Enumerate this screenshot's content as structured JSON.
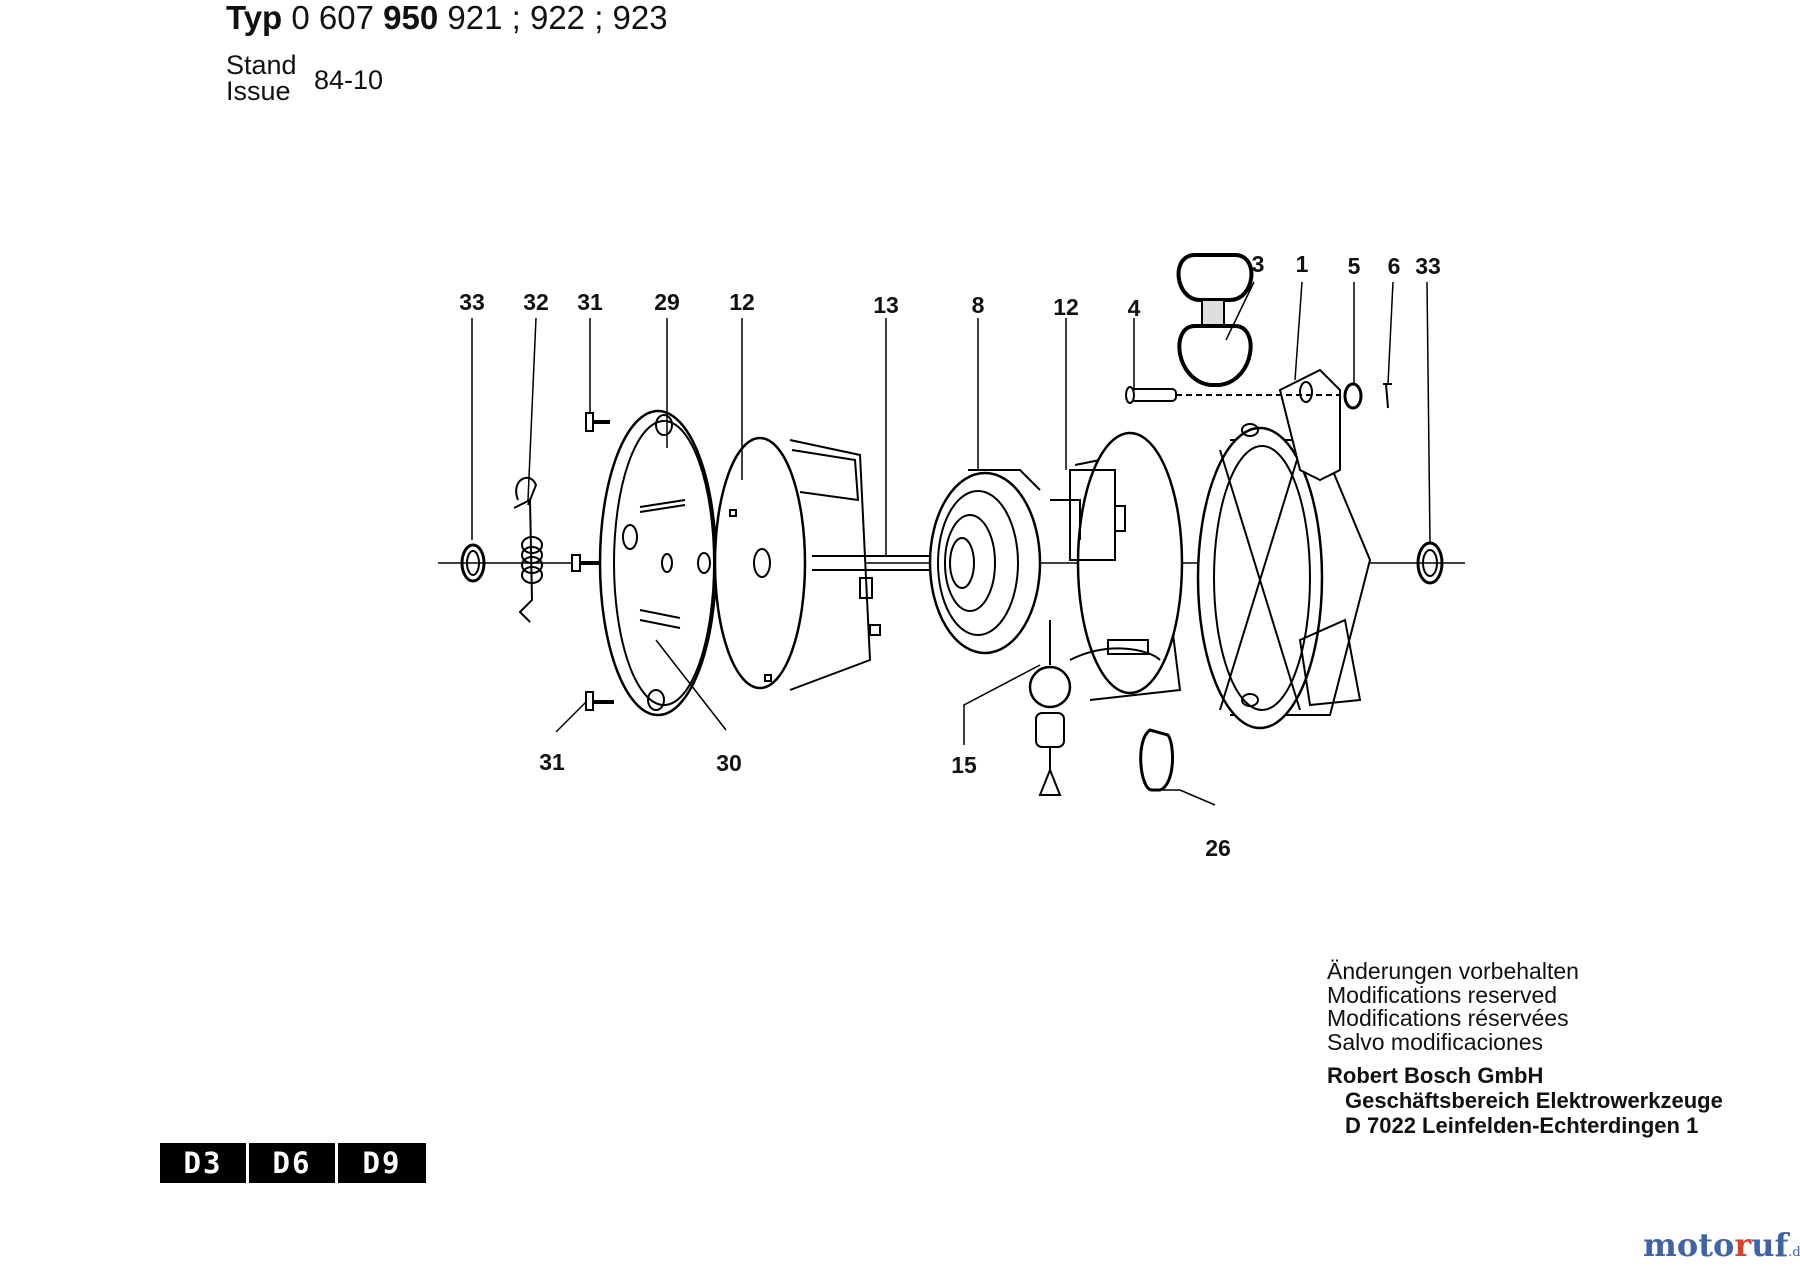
{
  "header": {
    "typ_prefix": "Typ",
    "typ_number_a": "0 607",
    "typ_number_b": "950",
    "typ_variants": "921 ; 922 ; 923",
    "stand_label": "Stand",
    "issue_label": "Issue",
    "issue_value": "84-10"
  },
  "callouts": {
    "c33a": "33",
    "c32": "32",
    "c31a": "31",
    "c29": "29",
    "c12a": "12",
    "c13": "13",
    "c8": "8",
    "c12b": "12",
    "c4": "4",
    "c3": "3",
    "c1": "1",
    "c5": "5",
    "c6": "6",
    "c33b": "33",
    "c31b": "31",
    "c30": "30",
    "c15": "15",
    "c26": "26"
  },
  "notes": [
    "Änderungen vorbehalten",
    "Modifications reserved",
    "Modifications réservées",
    "Salvo modificaciones"
  ],
  "company": {
    "name": "Robert Bosch GmbH",
    "division": "Geschäftsbereich Elektrowerkzeuge",
    "address": "D 7022 Leinfelden-Echterdingen 1"
  },
  "codes": [
    "D3",
    "D6",
    "D9"
  ],
  "watermark": {
    "part1": "moto",
    "part2": "r",
    "part3": "uf",
    "part4": ".de"
  }
}
